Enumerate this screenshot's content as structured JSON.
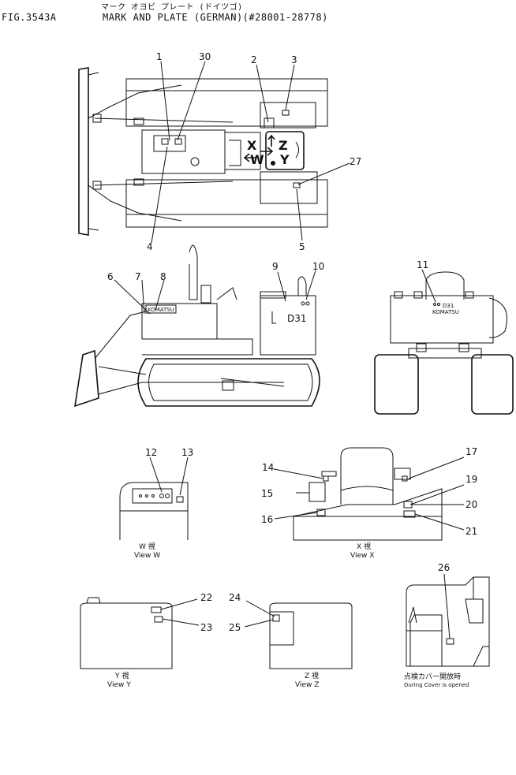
{
  "header": {
    "jp_title": "マーク オヨビ プレート (ドイツゴ)",
    "fig": "FIG.3543A",
    "title": "MARK AND PLATE (GERMAN)(#28001-28778)"
  },
  "callouts": [
    "1",
    "30",
    "2",
    "3",
    "27",
    "5",
    "4",
    "6",
    "7",
    "8",
    "9",
    "10",
    "11",
    "12",
    "13",
    "14",
    "15",
    "16",
    "17",
    "19",
    "20",
    "21",
    "22",
    "23",
    "24",
    "25",
    "26"
  ],
  "view_letters": [
    "X",
    "W",
    "Z",
    "Y"
  ],
  "machine_marks": {
    "model": "D31",
    "brand": "KOMATSU"
  },
  "views": {
    "w": {
      "jp": "W 視",
      "en": "View  W"
    },
    "x": {
      "jp": "X 視",
      "en": "View  X"
    },
    "y": {
      "jp": "Y 視",
      "en": "View  Y"
    },
    "z": {
      "jp": "Z 視",
      "en": "View  Z"
    },
    "cover": {
      "jp": "点検カバー開放時",
      "en": "During Cover is opened"
    }
  }
}
